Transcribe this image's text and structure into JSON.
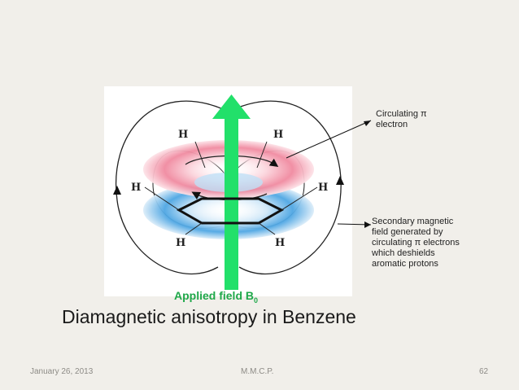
{
  "labels": {
    "circulating_pi": "Circulating  π\nelectron",
    "secondary_field": "Secondary  magnetic\nfield generated by\ncirculating  π electrons\nwhich  deshields\naromatic  protons",
    "applied_field": "Applied field  B",
    "applied_field_subscript": "0",
    "hydrogen": "H"
  },
  "title": "Diamagnetic anisotropy in Benzene",
  "footer": {
    "date": "January 26, 2013",
    "author": "M.M.C.P.",
    "page": "62"
  },
  "colors": {
    "background": "#f1efea",
    "applied_field_arrow": "#22e06a",
    "pi_cloud_top": "#f4a3b3",
    "pi_cloud_bottom": "#6fb6e8",
    "label_green": "#1fa84a"
  }
}
